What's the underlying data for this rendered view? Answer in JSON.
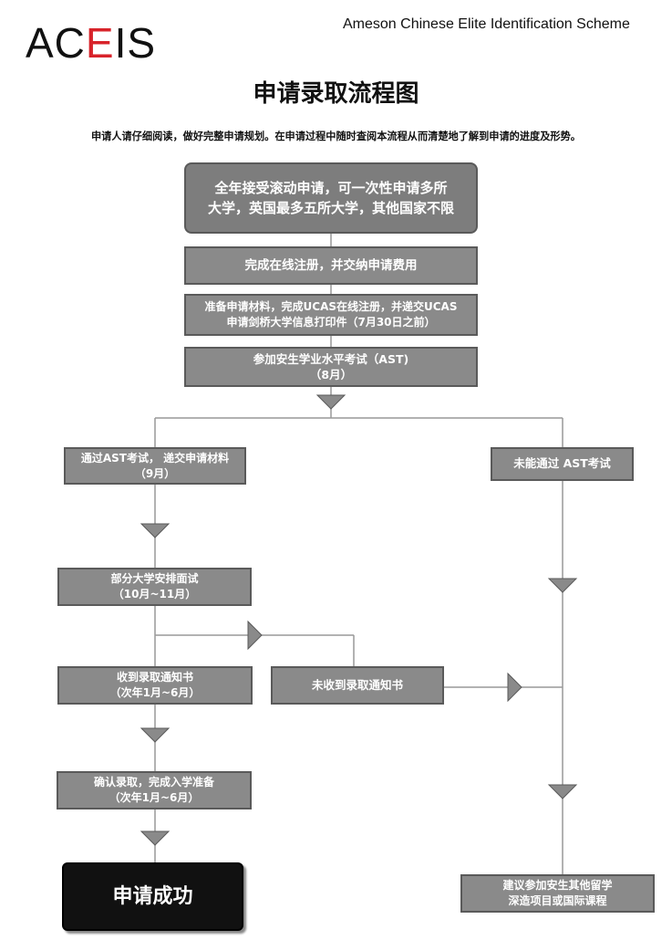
{
  "header": {
    "logo_part1": "AC",
    "logo_part2": "E",
    "logo_part3": "IS",
    "scheme": "Ameson Chinese Elite Identification Scheme"
  },
  "title": "申请录取流程图",
  "intro": "申请人请仔细阅读，做好完整申请规划。在申请过程中随时查阅本流程从而清楚地了解到申请的进度及形势。",
  "steps": {
    "s1": {
      "line1": "全年接受滚动申请，可一次性申请多所",
      "line2": "大学，英国最多五所大学，其他国家不限"
    },
    "s2": {
      "line1": "完成在线注册，并交纳申请费用"
    },
    "s3": {
      "line1": "准备申请材料，完成UCAS在线注册，并递交UCAS",
      "line2": "申请剑桥大学信息打印件（7月30日之前）"
    },
    "s4": {
      "line1": "参加安生学业水平考试（AST)",
      "line2": "（8月）"
    },
    "pass": {
      "line1": "通过AST考试， 递交申请材料",
      "line2": "（9月）"
    },
    "fail": {
      "line1": "未能通过 AST考试"
    },
    "interview": {
      "line1": "部分大学安排面试",
      "line2": "（10月~11月）"
    },
    "offer": {
      "line1": "收到录取通知书",
      "line2": "（次年1月~6月）"
    },
    "no_offer": {
      "line1": "未收到录取通知书"
    },
    "confirm": {
      "line1": "确认录取，完成入学准备",
      "line2": "（次年1月~6月）"
    },
    "success": {
      "line1": "申请成功"
    },
    "advice": {
      "line1": "建议参加安生其他留学",
      "line2": "深造项目或国际课程"
    }
  },
  "colors": {
    "box_fill": "#8a8a8a",
    "box_border": "#5a5a5a",
    "success_fill": "#111111",
    "logo_accent": "#d8232a",
    "connector": "#999999"
  }
}
